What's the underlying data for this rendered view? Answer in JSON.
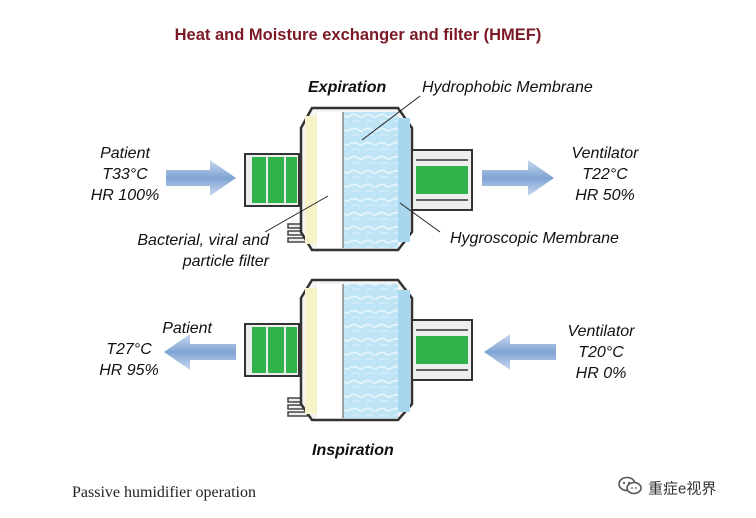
{
  "title": "Heat and Moisture exchanger and filter (HMEF)",
  "expiration": {
    "label": "Expiration",
    "patient": [
      "Patient",
      "T33°C",
      "HR 100%"
    ],
    "ventilator": [
      "Ventilator",
      "T22°C",
      "HR 50%"
    ]
  },
  "inspiration": {
    "label": "Inspiration",
    "patient": [
      "Patient",
      "T27°C",
      "HR 95%"
    ],
    "ventilator": [
      "Ventilator",
      "T20°C",
      "HR 0%"
    ]
  },
  "callouts": {
    "hydrophobic": "Hydrophobic Membrane",
    "hygroscopic": "Hygroscopic Membrane",
    "filter_line1": "Bacterial, viral and",
    "filter_line2": "particle filter"
  },
  "caption": "Passive humidifier operation",
  "watermark": "重症e视界",
  "colors": {
    "title": "#7b1a26",
    "connector": "#2fb34a",
    "membrane": "#bfe4f6",
    "arrow": "#8fb0d8"
  }
}
